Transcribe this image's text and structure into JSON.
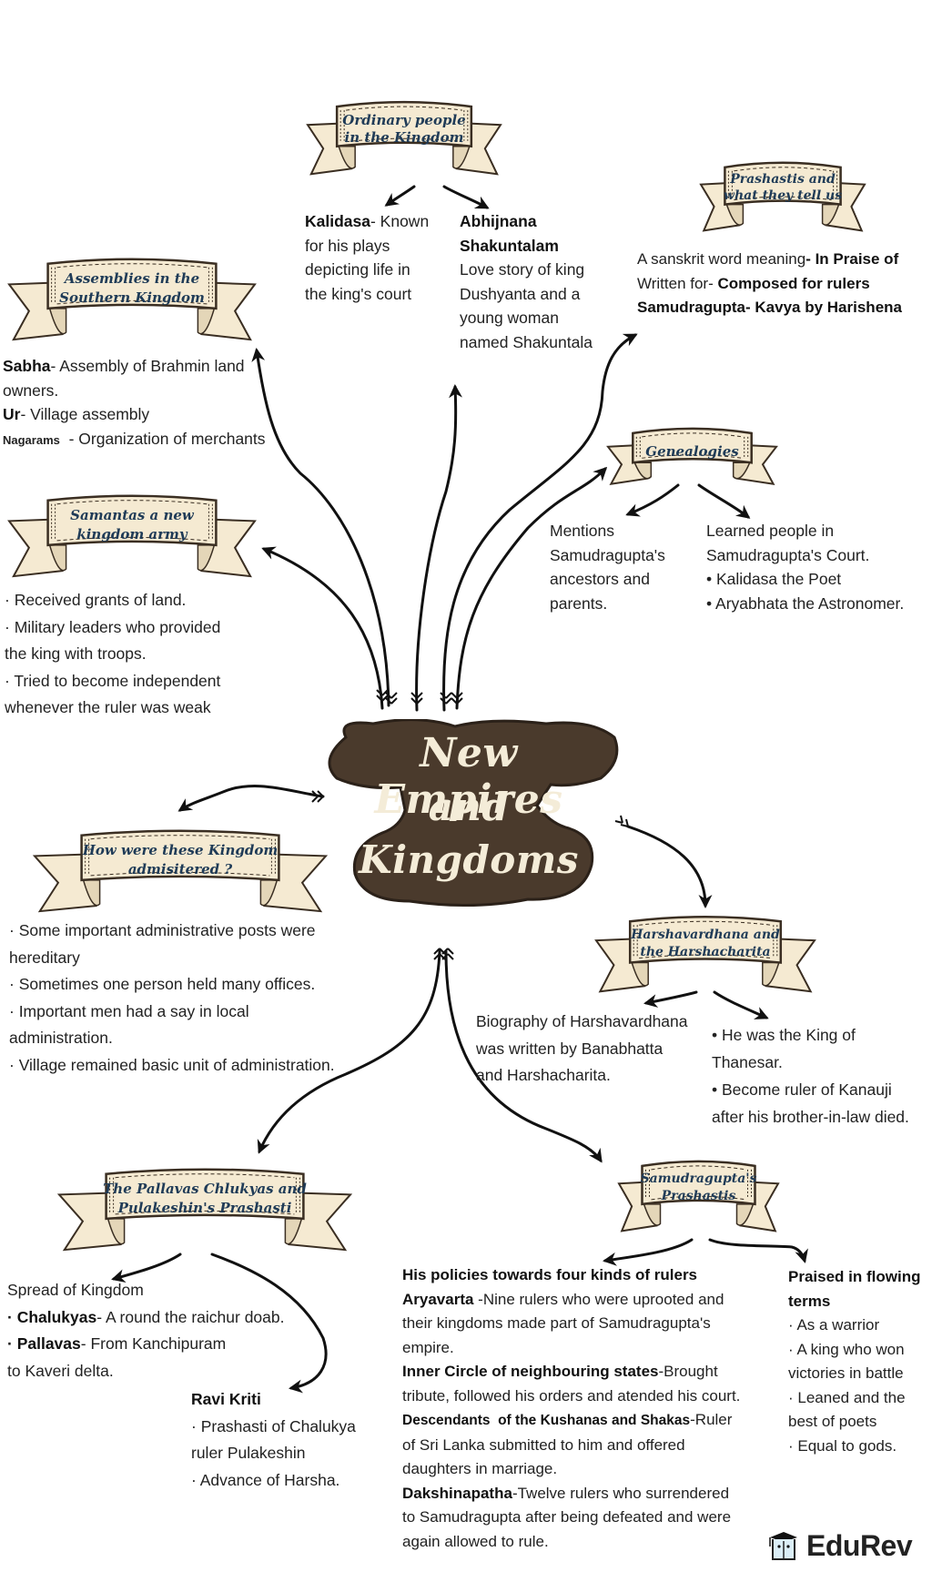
{
  "title": {
    "lines": [
      "New Empires",
      "and",
      "Kingdoms"
    ]
  },
  "colors": {
    "title_bg": "#4a3a2c",
    "title_text": "#f4ecd8",
    "banner_fill": "#f5ead2",
    "banner_stroke": "#3a2e22",
    "banner_text": "#1f3b57",
    "body_text": "#222222",
    "arrow": "#111111"
  },
  "nodes": {
    "ordinary": {
      "banner": [
        "Ordinary people",
        "in the Kingdom"
      ],
      "kalidasa": {
        "bold": "Kalidasa",
        "rest": "- Known",
        "lines": [
          "for his plays",
          "depicting life in",
          "the king's court"
        ]
      },
      "abhijnana": {
        "bold_lines": [
          "Abhijnana",
          "Shakuntalam"
        ],
        "lines": [
          "Love story of king",
          "Dushyanta and a",
          "young woman",
          "named Shakuntala"
        ]
      }
    },
    "prashastis": {
      "banner": [
        "Prashastis and",
        "what they tell us"
      ],
      "lines": [
        {
          "normal": "A sanskrit word meaning",
          "bold": "- In Praise of"
        },
        {
          "normal": "Written for- ",
          "bold": "Composed for rulers"
        },
        {
          "normal": "",
          "bold": "Samudragupta- Kavya by Harishena"
        }
      ]
    },
    "assemblies": {
      "banner": [
        "Assemblies in the",
        "Southern Kingdom"
      ],
      "lines": [
        {
          "bold": "Sabha",
          "normal": "- Assembly of Brahmin land"
        },
        {
          "bold": "",
          "normal": "owners."
        },
        {
          "bold": "Ur",
          "normal": "- Village assembly"
        },
        {
          "bold_small": "Nagarams",
          "normal": "  - Organization of merchants"
        }
      ]
    },
    "genealogies": {
      "banner": [
        "Genealogies"
      ],
      "left": [
        "Mentions",
        "Samudragupta's",
        "ancestors and",
        "parents."
      ],
      "right": [
        "Learned people in",
        "Samudragupta's Court.",
        "• Kalidasa the Poet",
        "• Aryabhata the Astronomer."
      ]
    },
    "samantas": {
      "banner": [
        "Samantas a new",
        "kingdom army"
      ],
      "lines": [
        "· Received grants of land.",
        "· Military leaders who provided",
        "the king with troops.",
        "· Tried to become independent",
        "whenever the ruler was weak"
      ]
    },
    "administered": {
      "banner": [
        "How were these Kingdom",
        "admisitered ?"
      ],
      "lines": [
        "· Some important administrative posts were",
        "hereditary",
        "· Sometimes one person held many offices.",
        "· Important men had a say in local",
        "administration.",
        "· Village remained basic unit of administration."
      ]
    },
    "harsha": {
      "banner": [
        "Harshavardhana and",
        "the Harshacharita"
      ],
      "left": [
        "Biography of Harshavardhana",
        "was written by Banabhatta",
        "and Harshacharita."
      ],
      "right": [
        "• He was the King of",
        "Thanesar.",
        "• Become ruler of Kanauji",
        "after his brother-in-law died."
      ]
    },
    "pallavas": {
      "banner": [
        "The Pallavas Chlukyas and",
        "Pulakeshin's Prashasti"
      ],
      "spread": [
        {
          "bold": "",
          "normal": "Spread of Kingdom"
        },
        {
          "bold": "· Chalukyas",
          "normal": "- A round the raichur doab."
        },
        {
          "bold": "· Pallavas",
          "normal": "- From Kanchipuram"
        },
        {
          "bold": "",
          "normal": "to Kaveri delta."
        }
      ],
      "ravi": {
        "heading": "Ravi Kriti",
        "lines": [
          "· Prashasti of Chalukya",
          "ruler Pulakeshin",
          "· Advance of Harsha."
        ]
      }
    },
    "samudragupta": {
      "banner": [
        "Samudragupta's",
        "Prashastis"
      ],
      "policies": [
        {
          "bold": "His policies towards four kinds of rulers",
          "normal": ""
        },
        {
          "bold": "Aryavarta",
          "normal": " -Nine rulers who were uprooted and"
        },
        {
          "bold": "",
          "normal": "their kingdoms made part of Samudragupta's"
        },
        {
          "bold": "",
          "normal": "empire."
        },
        {
          "bold": "Inner Circle of neighbouring states",
          "normal": "-Brought"
        },
        {
          "bold": "",
          "normal": "tribute, followed his orders and atended his court."
        },
        {
          "bold": "Descendants  of the Kushanas and Shakas",
          "normal": "-Ruler"
        },
        {
          "bold": "",
          "normal": "of Sri Lanka submitted to him and offered"
        },
        {
          "bold": "",
          "normal": "daughters in marriage."
        },
        {
          "bold": "Dakshinapatha",
          "normal": "-Twelve rulers who surrendered"
        },
        {
          "bold": "",
          "normal": "to Samudragupta after being defeated and were"
        },
        {
          "bold": "",
          "normal": "again allowed to rule."
        }
      ],
      "praised": {
        "heading": [
          "Praised in flowing",
          "terms"
        ],
        "lines": [
          "· As a warrior",
          "· A king who won",
          "victories in battle",
          "· Leaned and the",
          "best of poets",
          "· Equal to gods."
        ]
      }
    }
  },
  "logo": {
    "text": "EduRev",
    "icon": "graduation-cap-book-icon"
  }
}
